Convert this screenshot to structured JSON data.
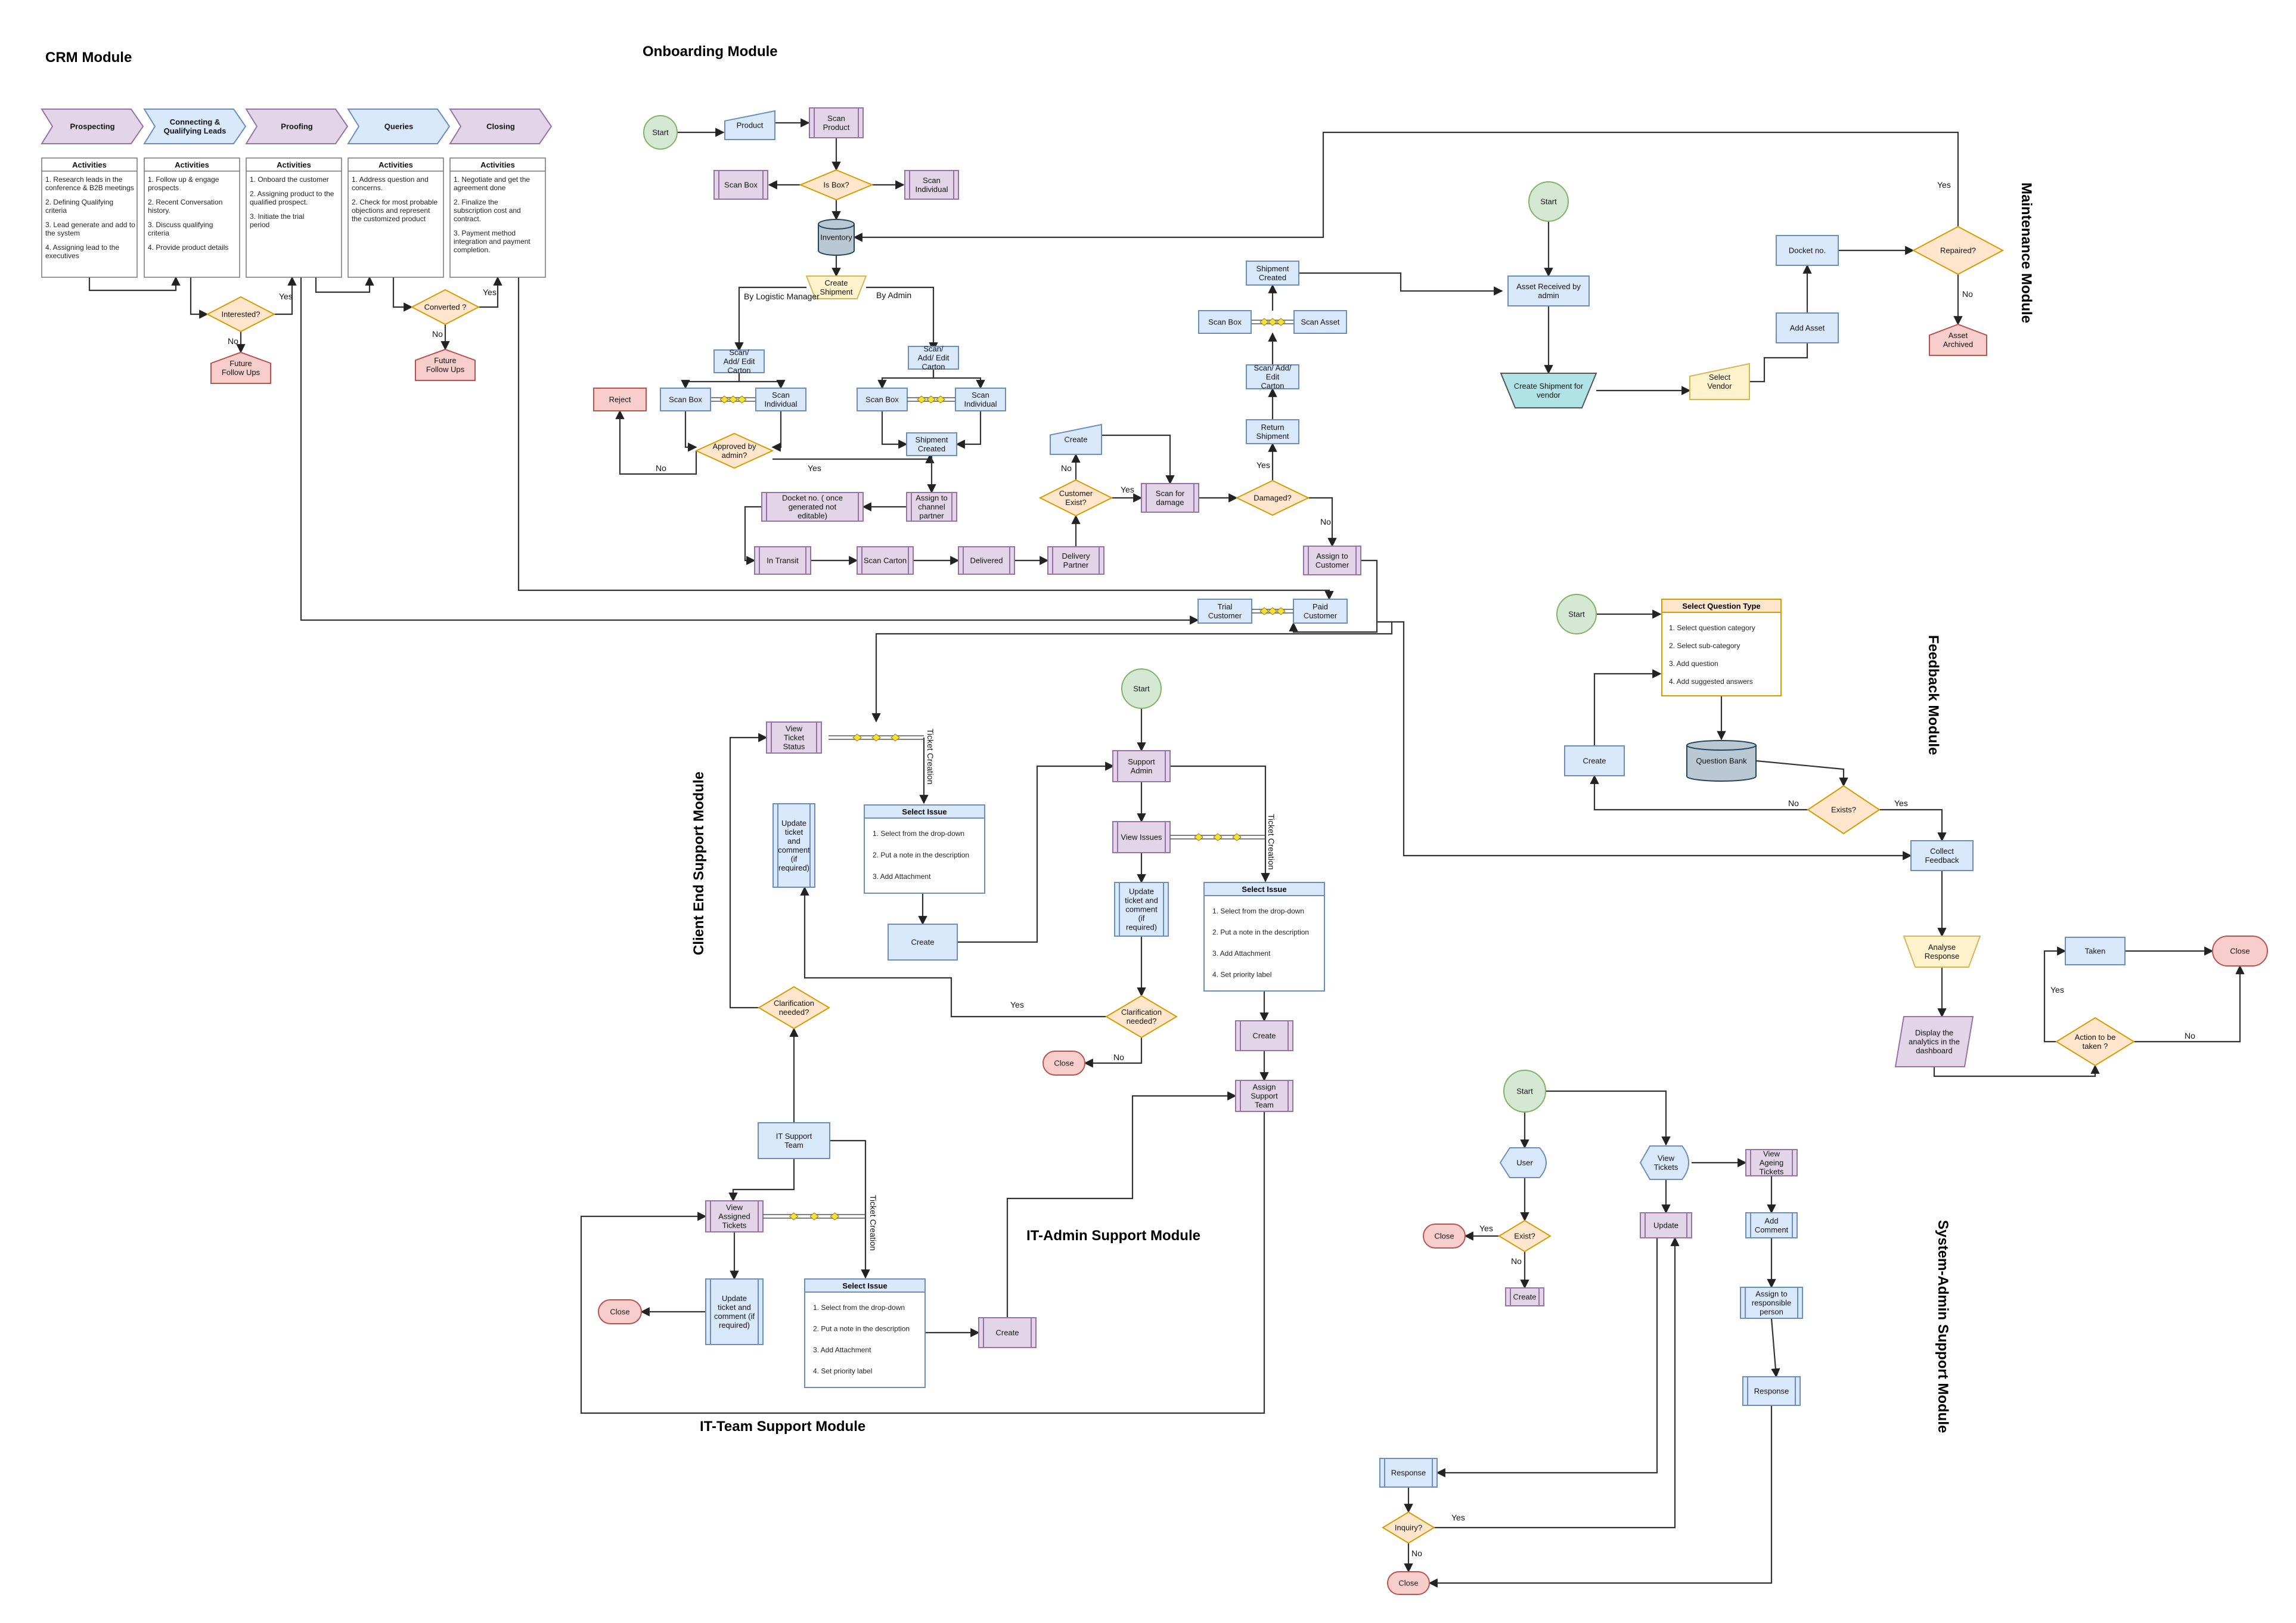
{
  "titles": {
    "crm": "CRM Module",
    "onboarding": "Onboarding Module",
    "maintenance": "Maintenance Module",
    "feedback": "Feedback Module",
    "client_support": "Client End Support Module",
    "it_admin": "IT-Admin Support Module",
    "it_team": "IT-Team Support Module",
    "sysadmin": "System-Admin Support Module"
  },
  "crm": {
    "stages": [
      "Prospecting",
      "Connecting & Qualifying Leads",
      "Proofing",
      "Queries",
      "Closing"
    ],
    "activities_header": "Activities",
    "activities": [
      [
        "1. Research leads in the conference & B2B meetings",
        "2. Defining Qualifying criteria",
        "3. Lead generate and add to the system",
        "4. Assigning lead to the executives"
      ],
      [
        "1. Follow up & engage prospects",
        "2. Recent Conversation history.",
        "3. Discuss qualifying criteria",
        "4. Provide product details"
      ],
      [
        "1. Onboard the customer",
        "2. Assigning product to the qualified prospect.",
        "3. Initiate the trial period"
      ],
      [
        "1. Address question and concerns.",
        "2. Check for most probable objections and represent the customized product"
      ],
      [
        "1. Negotiate and get the agreement done",
        "2. Finalize the subscription cost and contract.",
        "3. Payment method integration and payment completion."
      ]
    ],
    "interested": "Interested?",
    "converted": "Converted ?",
    "future": "Future Follow Ups",
    "yes": "Yes",
    "no": "No"
  },
  "onboarding": {
    "start": "Start",
    "product": "Product",
    "scan_product": "Scan Product",
    "is_box": "Is Box?",
    "scan_box": "Scan Box",
    "scan_individual": "Scan Individual",
    "inventory": "Inventory",
    "create_shipment": "Create Shipment",
    "by_logistic": "By Logistic Manager",
    "by_admin": "By Admin",
    "scan_add_edit": "Scan/ Add/ Edit Carton",
    "approved": "Approved by admin?",
    "reject": "Reject",
    "shipment_created": "Shipment Created",
    "assign_partner": "Assign to channel partner",
    "docket": "Docket no. ( once generated not editable)",
    "in_transit": "In Transit",
    "scan_carton": "Scan Carton",
    "delivered": "Delivered",
    "delivery_partner": "Delivery Partner",
    "customer_exist": "Customer Exist?",
    "create": "Create",
    "scan_damage": "Scan for damage",
    "damaged": "Damaged?",
    "return_shipment": "Return Shipment",
    "scan_asset": "Scan Asset",
    "assign_customer": "Assign to Customer",
    "trial_customer": "Trial Customer",
    "paid_customer": "Paid Customer",
    "yes": "Yes",
    "no": "No"
  },
  "maintenance": {
    "start": "Start",
    "asset_received": "Asset Received by admin",
    "create_shipment_vendor": "Create Shipment for vendor",
    "select_vendor": "Select Vendor",
    "add_asset": "Add Asset",
    "docket": "Docket no.",
    "repaired": "Repaired?",
    "archived": "Asset Archived",
    "yes": "Yes",
    "no": "No"
  },
  "feedback": {
    "start": "Start",
    "select_question_type": "Select Question Type",
    "question_steps": [
      "1. Select question category",
      "2. Select sub-category",
      "3. Add question",
      "4. Add suggested answers"
    ],
    "question_bank": "Question Bank",
    "create": "Create",
    "exists": "Exists?",
    "collect": "Collect Feedback",
    "analyse": "Analyse Response",
    "display": "Display the analytics in the dashboard",
    "action": "Action to be taken ?",
    "taken": "Taken",
    "close": "Close",
    "yes": "Yes",
    "no": "No"
  },
  "support": {
    "view_ticket_status": "View Ticket Status",
    "ticket_creation": "Ticket Creation",
    "update_ticket": "Update ticket and comment (if required)",
    "select_issue": "Select Issue",
    "issue_steps_3": [
      "1. Select from the drop-down",
      "2. Put a note in the description",
      "3. Add Attachment"
    ],
    "issue_steps_4": [
      "1. Select from the drop-down",
      "2. Put a note in the description",
      "3. Add Attachment",
      "4. Set priority label"
    ],
    "create": "Create",
    "clarification": "Clarification needed?",
    "start": "Start",
    "support_admin": "Support Admin",
    "view_issues": "View Issues",
    "assign_support": "Assign Support Team",
    "close": "Close",
    "it_support_team": "IT Support Team",
    "view_assigned": "View Assigned Tickets",
    "yes": "Yes",
    "no": "No"
  },
  "sysadmin": {
    "start": "Start",
    "user": "User",
    "exist": "Exist?",
    "close": "Close",
    "create": "Create",
    "view_tickets": "View Tickets",
    "view_ageing": "View Ageing Tickets",
    "update": "Update",
    "add_comment": "Add Comment",
    "assign_responsible": "Assign to responsible person",
    "response": "Response",
    "inquiry": "Inquiry?",
    "yes": "Yes",
    "no": "No"
  },
  "colors": {
    "blue": "#dae8fc",
    "blue_stroke": "#6c8ebf",
    "purple": "#e1d5e7",
    "purple_stroke": "#9673a6",
    "orange": "#ffe6cc",
    "orange_stroke": "#d79b00",
    "green": "#d5e8d4",
    "green_stroke": "#82b366",
    "red": "#f8cecc",
    "red_stroke": "#b85450",
    "yellow": "#fff2cc",
    "yellow_stroke": "#d6b656",
    "cyan": "#b0e3e6",
    "grey": "#bac8d3"
  }
}
